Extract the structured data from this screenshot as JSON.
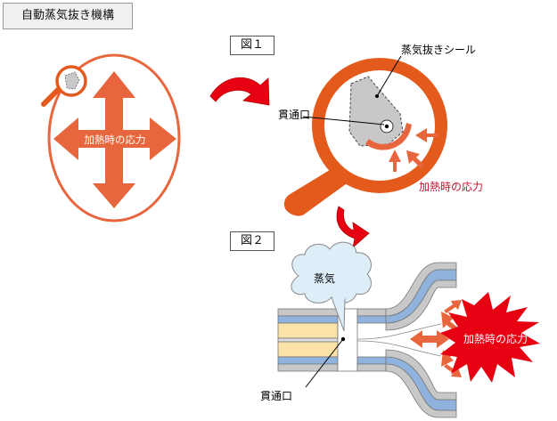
{
  "title": "自動蒸気抜き機構",
  "figure1": {
    "label": "図１",
    "seal_label": "蒸気抜きシール",
    "hole_label": "貫通口",
    "stress_label": "加熱時の応力"
  },
  "left_view": {
    "stress_label": "加熱時の応力"
  },
  "figure2": {
    "label": "図２",
    "steam_label": "蒸気",
    "hole_label": "貫通口",
    "stress_label": "加熱時の応力"
  },
  "colors": {
    "orange": "#e8663d",
    "magnifier": "#e45a1c",
    "red": "#e60012",
    "stress_text_red": "#c8102e",
    "seal_gray": "#c8c8c8",
    "film_blue": "#8fb3dd",
    "film_yellow": "#fbe2a8",
    "cloud": "#ddeef8"
  }
}
